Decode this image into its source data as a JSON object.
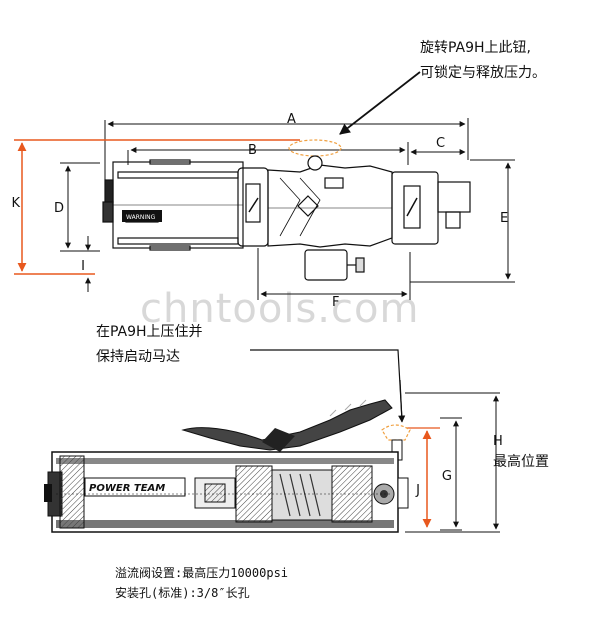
{
  "callouts": {
    "top": [
      "旋转PA9H上此钮,",
      "可锁定与释放压力。"
    ],
    "middle": [
      "在PA9H上压住并",
      "保持启动马达"
    ]
  },
  "dimensions": {
    "A": "A",
    "B": "B",
    "C": "C",
    "D": "D",
    "E": "E",
    "F": "F",
    "G": "G",
    "H": "H",
    "I": "I",
    "J": "J",
    "K": "K"
  },
  "labels": {
    "max_position": "最高位置",
    "brand": "POWER TEAM",
    "warning": "WARNING"
  },
  "watermark": "chntools.com",
  "notes": [
    "溢流阀设置:最高压力10000psi",
    "安装孔(标准):3/8″长孔"
  ],
  "colors": {
    "orange": "#e8581e",
    "valve": "#f0a040",
    "line": "#1a1a1a"
  }
}
